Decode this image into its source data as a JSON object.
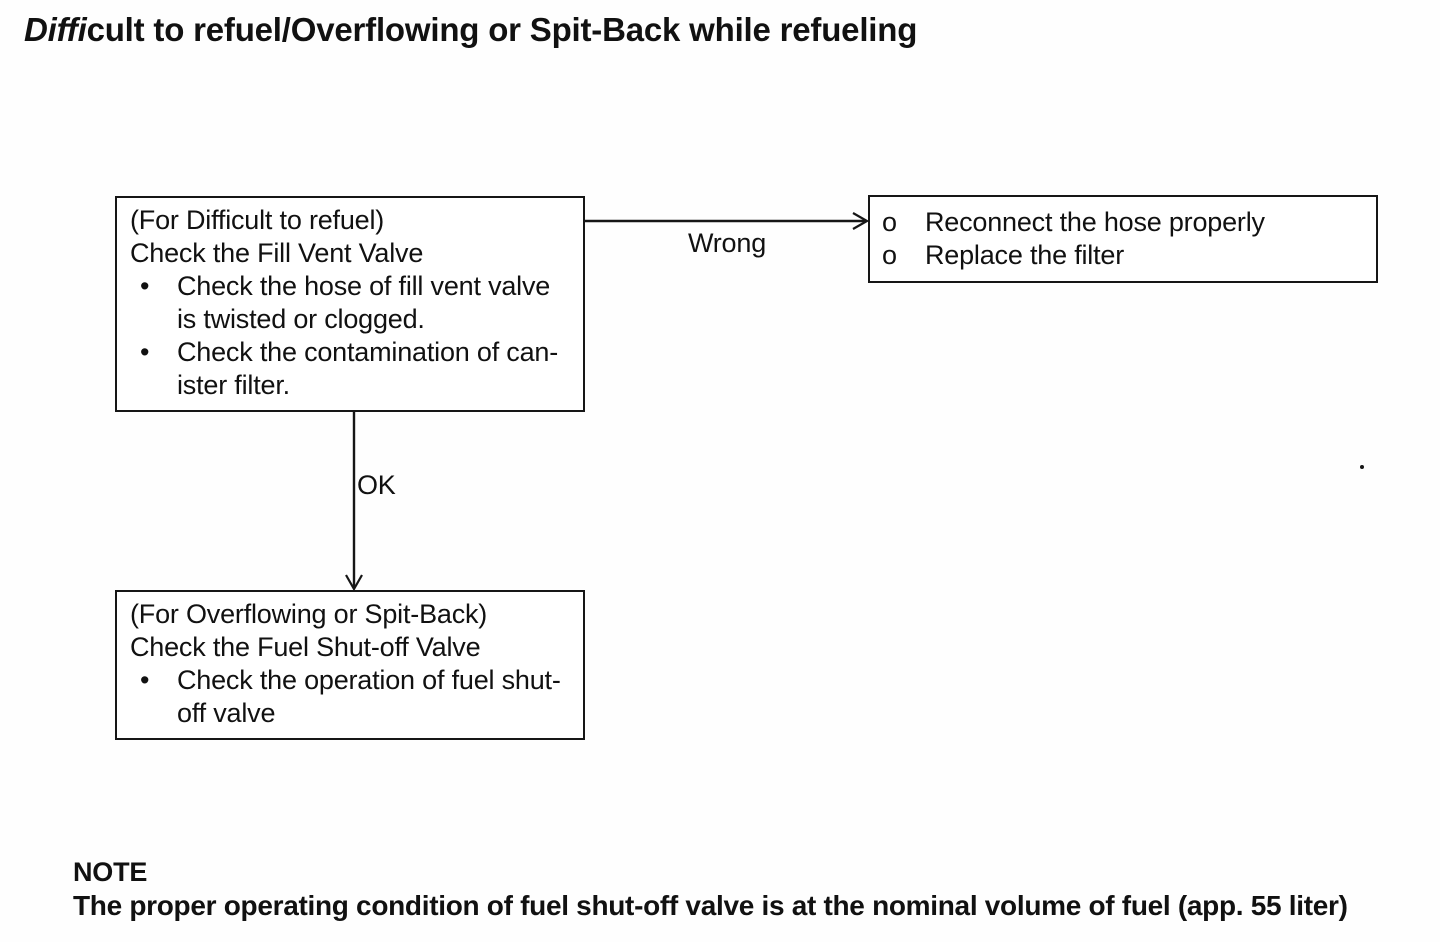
{
  "title": {
    "italic_part": "Diffi",
    "rest": "cult to refuel/Overflowing or Spit-Back while refueling"
  },
  "flowchart": {
    "bullet_char": "•",
    "fill_vent_box": {
      "heading": "(For Difficult to refuel)",
      "subheading": "Check the Fill Vent Valve",
      "bullets": [
        {
          "lines": [
            "Check the hose of fill vent valve",
            "is twisted or clogged."
          ]
        },
        {
          "lines": [
            "Check the contamination of can-",
            "ister filter."
          ]
        }
      ]
    },
    "actions_box": {
      "bullet_char": "o",
      "items": [
        "Reconnect the hose properly",
        "Replace the filter"
      ]
    },
    "shutoff_box": {
      "heading": "(For Overflowing or Spit-Back)",
      "subheading": "Check the Fuel Shut-off Valve",
      "bullets": [
        {
          "lines": [
            "Check the operation of fuel shut-",
            "off valve"
          ]
        }
      ]
    },
    "labels": {
      "wrong": "Wrong",
      "ok": "OK"
    }
  },
  "note": {
    "heading": "NOTE",
    "body": "The proper operating condition of fuel shut-off valve is at the nominal volume of fuel (app. 55 liter)"
  }
}
